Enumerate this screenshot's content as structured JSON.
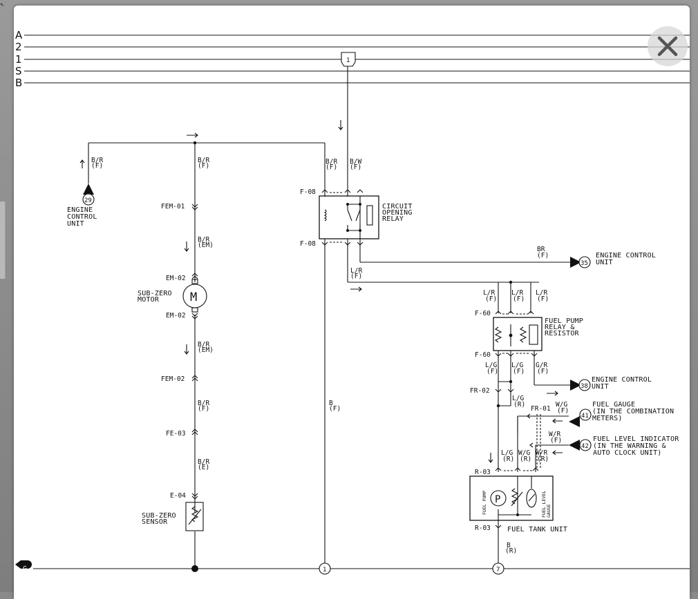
{
  "rails": {
    "a": "A",
    "two": "2",
    "one": "1",
    "s": "S",
    "b": "B"
  },
  "ground_symbol": "G",
  "close_icon": "close-icon",
  "components": {
    "relay_box_1": "1",
    "circuit_opening_relay": [
      "CIRCUIT",
      "OPENING",
      "RELAY"
    ],
    "fuel_pump_relay": [
      "FUEL PUMP",
      "RELAY &",
      "RESISTOR"
    ],
    "sub_zero_motor": [
      "SUB-ZERO",
      "MOTOR"
    ],
    "motor_letter": "M",
    "sub_zero_sensor": [
      "SUB-ZERO",
      "SENSOR"
    ],
    "fuel_tank_unit": "FUEL TANK UNIT",
    "fuel_pump_vertical": "FUEL PUMP",
    "fuel_level_gauge_vertical": [
      "FUEL LEVEL",
      "GAUGE"
    ],
    "pump_letter": "P"
  },
  "references": {
    "ecu_29": {
      "number": "29",
      "label": [
        "ENGINE",
        "CONTROL",
        "UNIT"
      ]
    },
    "ecu_35": {
      "number": "35",
      "label": [
        "ENGINE CONTROL",
        "UNIT"
      ]
    },
    "ecu_38": {
      "number": "38",
      "label": [
        "ENGINE CONTROL",
        "UNIT"
      ]
    },
    "gauge_41": {
      "number": "41",
      "label": [
        "FUEL GAUGE",
        "(IN THE COMBINATION",
        "METERS)"
      ]
    },
    "indicator_42": {
      "number": "42",
      "label": [
        "FUEL LEVEL INDICATOR",
        "(IN THE WARNING &",
        "AUTO CLOCK UNIT)"
      ]
    }
  },
  "ground_points": {
    "g1": "1",
    "g7": "7"
  },
  "wires": {
    "br_f_1": [
      "B/R",
      "(F)"
    ],
    "br_f_2": [
      "B/R",
      "(F)"
    ],
    "br_f_3": [
      "B/R",
      "(F)"
    ],
    "bw_f": [
      "B/W",
      "(F)"
    ],
    "br_em_1": [
      "B/R",
      "(EM)"
    ],
    "br_em_2": [
      "B/R",
      "(EM)"
    ],
    "br_f_4": [
      "B/R",
      "(F)"
    ],
    "br_e": [
      "B/R",
      "(E)"
    ],
    "b_f": [
      "B",
      "(F)"
    ],
    "bra_f": [
      "BR",
      "(F)"
    ],
    "lr_f_1": [
      "L/R",
      "(F)"
    ],
    "lr_f_2": [
      "L/R",
      "(F)"
    ],
    "lr_f_3": [
      "L/R",
      "(F)"
    ],
    "lr_f_4": [
      "L/R",
      "(F)"
    ],
    "gr_f": [
      "G/R",
      "(F)"
    ],
    "lg_f_1": [
      "L/G",
      "(F)"
    ],
    "lg_f_2": [
      "L/G",
      "(F)"
    ],
    "lg_r_1": [
      "L/G",
      "(R)"
    ],
    "wg_f": [
      "W/G",
      "(F)"
    ],
    "wr_f": [
      "W/R",
      "(F)"
    ],
    "lg_r_2": [
      "L/G",
      "(R)"
    ],
    "wg_r": [
      "W/G",
      "(R)"
    ],
    "wr_r": [
      "W/R",
      "(R)"
    ],
    "b_r": [
      "B",
      "(R)"
    ]
  },
  "connectors": {
    "fem01": "FEM-01",
    "em02a": "EM-02",
    "em02b": "EM-02",
    "fem02": "FEM-02",
    "fe03": "FE-03",
    "e04": "E-04",
    "f08a": "F-08",
    "f08b": "F-08",
    "f60a": "F-60",
    "f60b": "F-60",
    "fr02": "FR-02",
    "fr01": "FR-01",
    "r03a": "R-03",
    "r03b": "R-03"
  }
}
